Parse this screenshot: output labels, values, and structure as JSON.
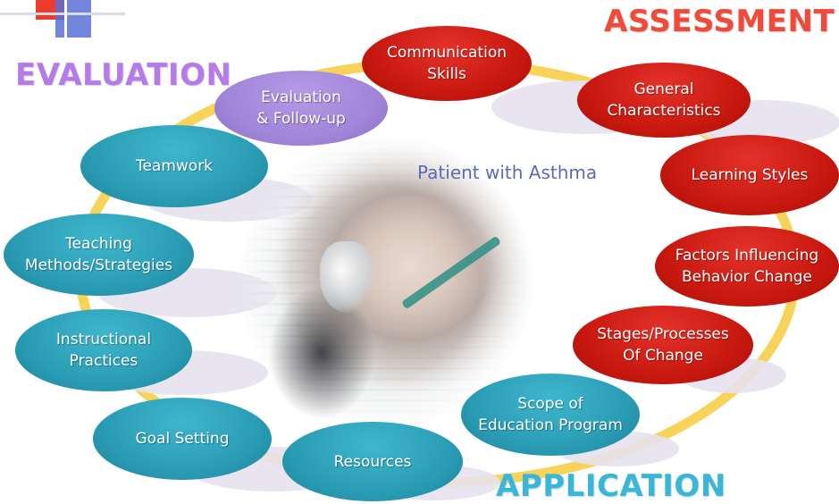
{
  "labels": {
    "assessment": "ASSESSMENT",
    "evaluation": "EVALUATION",
    "application": "APPLICATION",
    "center": "Patient with Asthma"
  },
  "nodes": {
    "communication": "Communication\nSkills",
    "general": "General\nCharacteristics",
    "learning": "Learning Styles",
    "factors": "Factors Influencing\nBehavior Change",
    "stages": "Stages/Processes\nOf Change",
    "scope": "Scope of\nEducation Program",
    "resources": "Resources",
    "goal": "Goal Setting",
    "instructional": "Instructional\nPractices",
    "teaching": "Teaching\nMethods/Strategies",
    "teamwork": "Teamwork",
    "evaluation": "Evaluation\n& Follow-up"
  },
  "colors": {
    "assessment": "#f04a3a",
    "evaluation": "#b57be8",
    "application": "#3ab7d6",
    "node_red": "#c8180f",
    "node_blue": "#2a9db5",
    "node_purple": "#a186d9",
    "ring": "#f7d35a"
  },
  "image": {
    "subject": "elderly patient wearing oxygen mask"
  }
}
